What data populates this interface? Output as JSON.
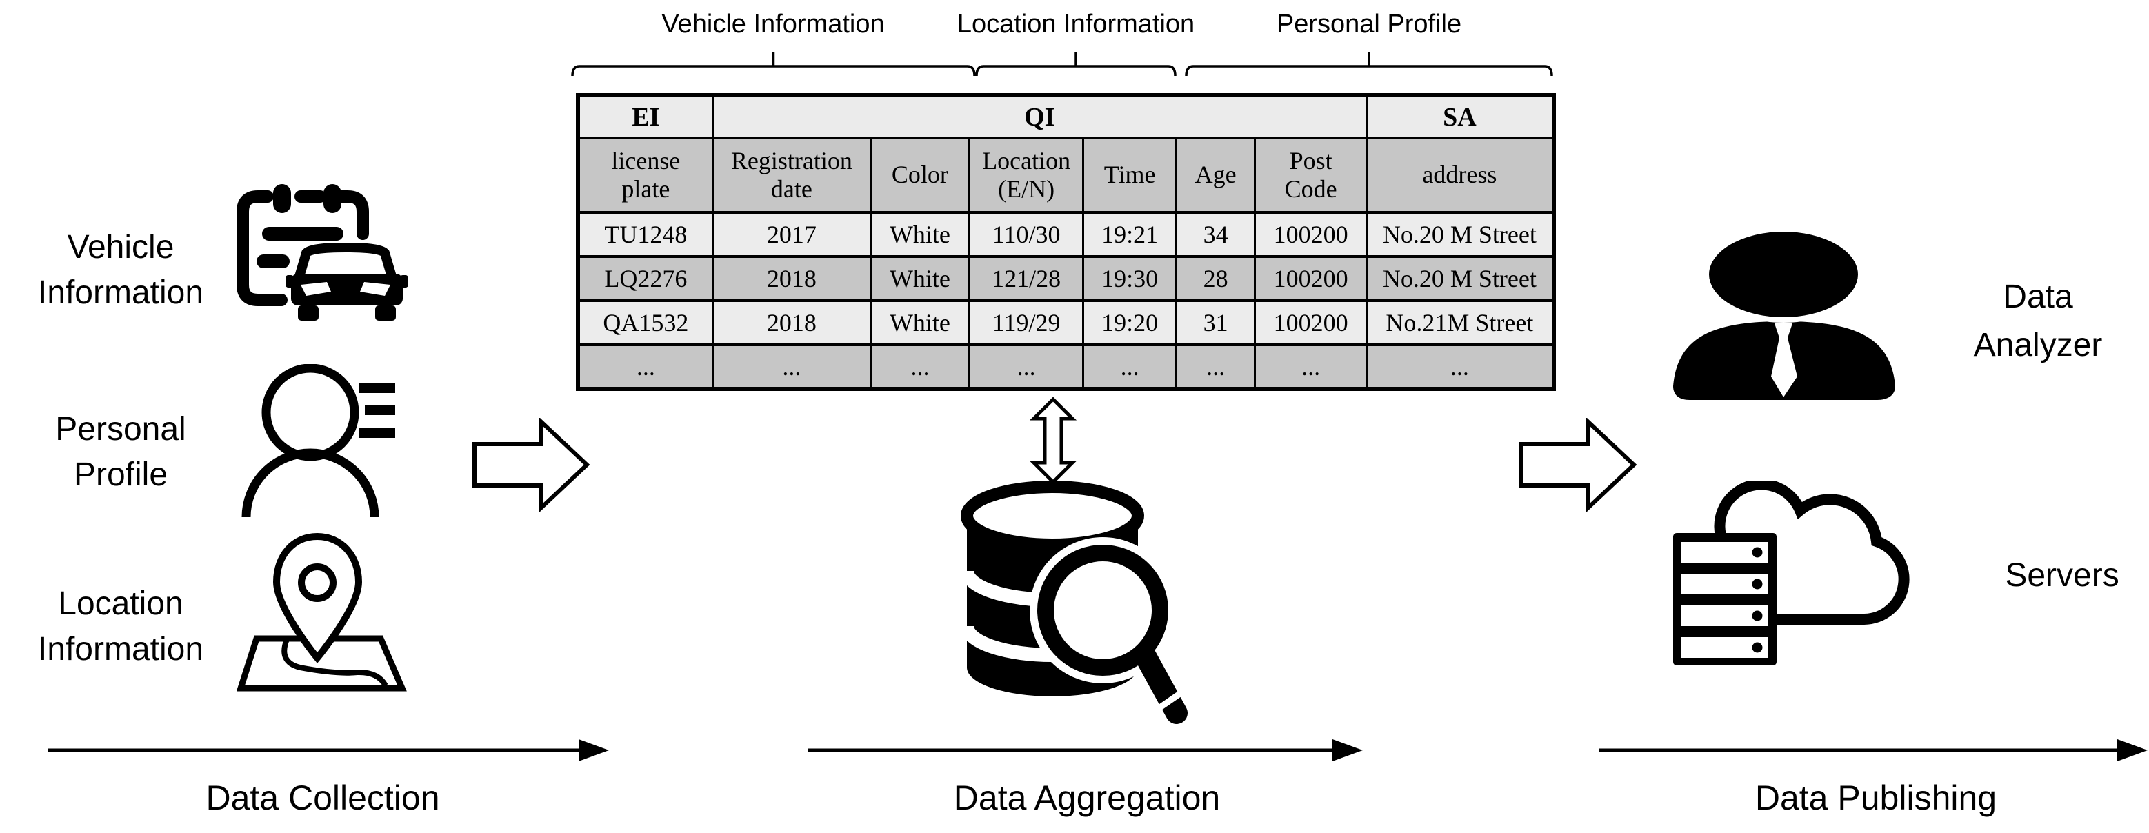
{
  "colors": {
    "background": "#ffffff",
    "line": "#000000",
    "table_group_header_bg": "#ebebeb",
    "table_column_header_bg": "#c6c6c6",
    "table_row_light": "#ececec",
    "table_row_dark": "#c6c6c6"
  },
  "sources": {
    "vehicle": {
      "label": "Vehicle Information",
      "icon": "clipboard-car-icon"
    },
    "personal": {
      "label": "Personal Profile",
      "icon": "person-lines-icon"
    },
    "location": {
      "label": "Location Information",
      "icon": "map-pin-icon"
    }
  },
  "column_groups": {
    "vehicle": {
      "label": "Vehicle Information"
    },
    "location": {
      "label": "Location Information"
    },
    "personal": {
      "label": "Personal Profile"
    }
  },
  "table": {
    "header": [
      {
        "label": "EI",
        "span": 1
      },
      {
        "label": "QI",
        "span": 6
      },
      {
        "label": "SA",
        "span": 1
      }
    ],
    "columns": [
      "license\nplate",
      "Registration\ndate",
      "Color",
      "Location\n(E/N)",
      "Time",
      "Age",
      "Post\nCode",
      "address"
    ],
    "rows": [
      [
        "TU1248",
        "2017",
        "White",
        "110/30",
        "19:21",
        "34",
        "100200",
        "No.20 M Street"
      ],
      [
        "LQ2276",
        "2018",
        "White",
        "121/28",
        "19:30",
        "28",
        "100200",
        "No.20 M Street"
      ],
      [
        "QA1532",
        "2018",
        "White",
        "119/29",
        "19:20",
        "31",
        "100200",
        "No.21M Street"
      ],
      [
        "...",
        "...",
        "...",
        "...",
        "...",
        "...",
        "...",
        "..."
      ]
    ]
  },
  "aggregation": {
    "icon": "database-search-icon"
  },
  "publishing": {
    "analyzer": {
      "label": "Data Analyzer",
      "icon": "person-tie-icon"
    },
    "servers": {
      "label": "Servers",
      "icon": "server-cloud-icon"
    }
  },
  "stages": {
    "collection": {
      "label": "Data Collection"
    },
    "aggregation": {
      "label": "Data Aggregation"
    },
    "publishing": {
      "label": "Data Publishing"
    }
  }
}
